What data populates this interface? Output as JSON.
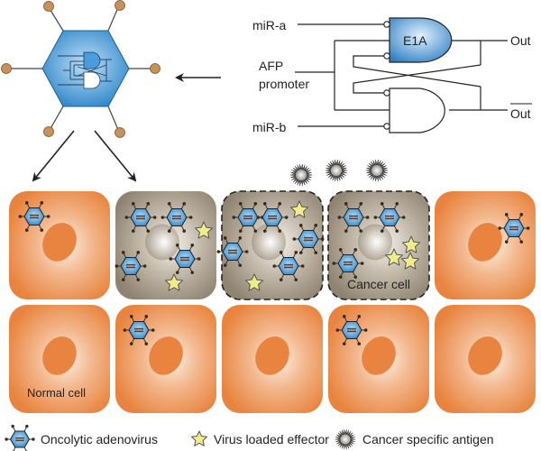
{
  "logic_circuit": {
    "inputs": {
      "top": "miR-a",
      "middle_line1": "AFP",
      "middle_line2": "promoter",
      "bottom": "miR-b"
    },
    "gate_top_label": "E1A",
    "outputs": {
      "top": "Out",
      "bottom": "Out"
    },
    "bottom_output_overbar": true
  },
  "labels": {
    "cancer_cell": "Cancer cell",
    "normal_cell": "Normal cell"
  },
  "legend": [
    {
      "icon": "adenovirus-icon",
      "label": "Oncolytic adenovirus"
    },
    {
      "icon": "star-icon",
      "label": "Virus loaded effector"
    },
    {
      "icon": "antigen-icon",
      "label": "Cancer specific antigen"
    }
  ],
  "colors": {
    "normal_cell": "#e8843f",
    "normal_cell_center": "#fbe9dc",
    "cancer_cell": "#8f8371",
    "cancer_cell_center": "#f2efe9",
    "virus_blue": "#2e86c9",
    "particle_tan": "#c8915a",
    "star_yellow": "#f1ec8a",
    "line": "#222222"
  },
  "cells": {
    "top_row": [
      "normal",
      "infected",
      "cancer",
      "cancer",
      "normal"
    ],
    "bottom_row": [
      "normal",
      "normal",
      "normal",
      "normal",
      "normal"
    ]
  }
}
